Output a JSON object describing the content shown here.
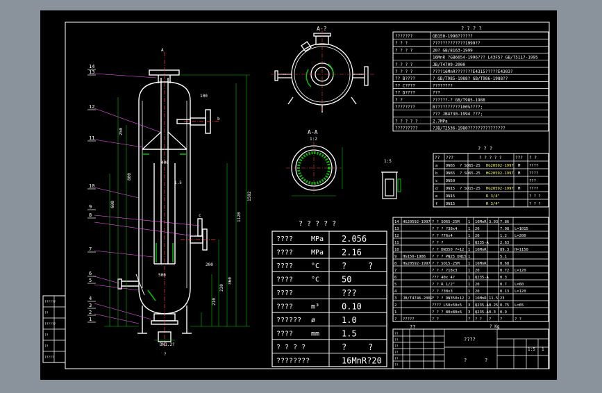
{
  "colors": {
    "viewport": "#8a939b",
    "paper": "#000000",
    "line": "#ffffff",
    "dim": "#00c000",
    "leader": "#ff66ff",
    "text": "#ffffff",
    "center": "#ff4040"
  },
  "views": {
    "top_view_label": "A-?",
    "section_label": "A-A",
    "section_scale": "1:2",
    "detail_scale": "1:5",
    "top_dir_label": "A",
    "bottom_note": "?",
    "part_c_label": "c",
    "part_b_label": "b"
  },
  "part_numbers": [
    "14",
    "13",
    "12",
    "11",
    "10",
    "9",
    "8",
    "7",
    "6",
    "5",
    "4",
    "3",
    "2",
    "1"
  ],
  "dims": {
    "total_height": "1592",
    "d1": "1120",
    "d2": "360",
    "d3": "230",
    "d4": "210",
    "d5": "250",
    "d6": "1.5",
    "d7": "600",
    "d8": "500",
    "d9": "100",
    "d10": "200",
    "d11": "800",
    "d12": "400",
    "bottom_dn": "DN1.2?"
  },
  "tech_req": {
    "title": "? ? ? ?",
    "rows": [
      {
        "n": "???????",
        "t": "GB150-1998??????"
      },
      {
        "n": "?  ?  ?",
        "t": "?????????????1999??"
      },
      {
        "n": "?  ?  ?  ?",
        "t": "20? GB/8163-1999"
      },
      {
        "n": "",
        "t": "16MnR ?GB6654-1996??? L43F5? GB/T5117-1995"
      },
      {
        "n": "?  ?  ?  ?",
        "t": "JB/T4709-2000"
      },
      {
        "n": "?  ?  ?  ?",
        "t": "????16MnR???????E4315?????E4303?"
      },
      {
        "n": "??  B????",
        "t": "?  GB/T985-1988?  GB/T986-1988??"
      },
      {
        "n": "??  C????",
        "t": "????????"
      },
      {
        "n": "??  D????",
        "t": "???"
      },
      {
        "n": "?  ?",
        "t": "??????-?  GB/T985-1988"
      },
      {
        "n": "????????",
        "t": "B??????????100%????;"
      },
      {
        "n": "",
        "t": "???  JB4730-1994  ???;"
      },
      {
        "n": "? ? ? ? ?",
        "t": "2.7MPa"
      },
      {
        "n": "?????????",
        "t": "?JB/T2536-1980???????????????"
      }
    ]
  },
  "nozzle_table": {
    "title": "? ? ?",
    "header": [
      "??",
      "???",
      "? ? ? ? ?",
      "???",
      "? ?"
    ],
    "rows": [
      [
        "a",
        "DN65",
        "?  SO65-25",
        "HG20592-1997",
        "M",
        "????"
      ],
      [
        "b",
        "DN65",
        "?  SO65-25",
        "HG20592-1997",
        "M",
        "????"
      ],
      [
        "c",
        "DN50",
        "",
        "",
        "",
        "???"
      ],
      [
        "d",
        "DN15",
        "?  SO15-25",
        "HG20592-1997",
        "M",
        "????"
      ],
      [
        "e",
        "DN15",
        "",
        "R  3/4\"",
        "",
        "? ? ?"
      ],
      [
        "f",
        "DN15",
        "",
        "R  3/4\"",
        "",
        "? ? ?"
      ]
    ]
  },
  "design_data": {
    "title": "? ? ? ? ?",
    "rows": [
      {
        "name": "????",
        "unit": "MPa",
        "value": "2.056",
        "value2": ""
      },
      {
        "name": "????",
        "unit": "MPa",
        "value": "2.16",
        "value2": ""
      },
      {
        "name": "????",
        "unit": "°C",
        "value": "?",
        "value2": "?"
      },
      {
        "name": "????",
        "unit": "°C",
        "value": "50",
        "value2": ""
      },
      {
        "name": "????",
        "unit": "",
        "value": "???",
        "value2": ""
      },
      {
        "name": "????",
        "unit": "m³",
        "value": "0.10",
        "value2": ""
      },
      {
        "name": "??????",
        "unit": "ø",
        "value": "1.0",
        "value2": ""
      },
      {
        "name": "????",
        "unit": "mm",
        "value": "1.5",
        "value2": ""
      },
      {
        "name": "?  ?  ?  ?",
        "unit": "",
        "value": "?",
        "value2": "?"
      },
      {
        "name": "????????",
        "unit": "",
        "value": "16MnR?20",
        "value2": ""
      }
    ]
  },
  "bom": {
    "rows": [
      {
        "no": "14",
        "code": "HG20592-1997",
        "name": "?  ?  SO65-25M",
        "qty": "1",
        "mat": "16MnR",
        "w1": "3.93",
        "w2": "7.86",
        "note": ""
      },
      {
        "no": "13",
        "code": "",
        "name": "?  ?  ?  ?38x4",
        "qty": "1",
        "mat": "20",
        "w1": "",
        "w2": "7.98",
        "note": "L=1015"
      },
      {
        "no": "12",
        "code": "",
        "name": "?  ?  ?76x4",
        "qty": "1",
        "mat": "20",
        "w1": "",
        "w2": "1.2",
        "note": "L=200"
      },
      {
        "no": "11",
        "code": "",
        "name": "?  ?  ?",
        "qty": "1",
        "mat": "Q235-A",
        "w1": "",
        "w2": "2.63",
        "note": ""
      },
      {
        "no": "10",
        "code": "",
        "name": "?  ?  DN350 ?=12",
        "qty": "1",
        "mat": "16MnR",
        "w1": "",
        "w2": "89.3",
        "note": "H=1150"
      },
      {
        "no": "9",
        "code": "HG150-1986",
        "name": "?  ?  ?  PN25 DN15",
        "qty": "1",
        "mat": "",
        "w1": "",
        "w2": "5.1",
        "note": ""
      },
      {
        "no": "8",
        "code": "HG20592-1997",
        "name": "?  ?  SO15-25M",
        "qty": "1",
        "mat": "16MnR",
        "w1": "",
        "w2": "0.68",
        "note": ""
      },
      {
        "no": "7",
        "code": "",
        "name": "?  ?  ?  ?18x3",
        "qty": "1",
        "mat": "20",
        "w1": "",
        "w2": "0.72",
        "note": "L=120"
      },
      {
        "no": "6",
        "code": "",
        "name": "???  40x 4?",
        "qty": "1",
        "mat": "Q235-A",
        "w1": "",
        "w2": "0.3",
        "note": ""
      },
      {
        "no": "5",
        "code": "",
        "name": "?  ?  R  1/2\"",
        "qty": "1",
        "mat": "20",
        "w1": "",
        "w2": "0.7",
        "note": "L=60"
      },
      {
        "no": "4",
        "code": "",
        "name": "?  ?  ?38x3",
        "qty": "1",
        "mat": "20",
        "w1": "",
        "w2": "0.13",
        "note": "L=120"
      },
      {
        "no": "3",
        "code": "JB/T4746-2002",
        "name": "?  ?  ?  DN350x12",
        "qty": "2",
        "mat": "16MnR",
        "w1": "11.5",
        "w2": "23",
        "note": ""
      },
      {
        "no": "2",
        "code": "",
        "name": "????  L50x50x5",
        "qty": "3",
        "mat": "Q235-A",
        "w1": "0.25",
        "w2": "0.75",
        "note": "L=65"
      },
      {
        "no": "1",
        "code": "",
        "name": "?  ?  ?  80x80x6",
        "qty": "3",
        "mat": "Q235-A",
        "w1": "0.3",
        "w2": "0.9",
        "note": ""
      }
    ],
    "header": {
      "no": "?",
      "code": "?????",
      "name": "?  ?",
      "qty": "?",
      "mat": "? ?",
      "w1": "?",
      "w2": "?",
      "note": "? ?"
    },
    "total_label": "??",
    "total_value": "?  Kg"
  },
  "title_block": {
    "drawing_name": "????",
    "sheet_a": "?",
    "sheet_b": "?",
    "scale": "1:5",
    "sheet_no": "1",
    "small_labels": [
      "??",
      "??",
      "??",
      "??",
      "??",
      "??"
    ]
  },
  "left_stamp": {
    "labels": [
      "??????",
      "??",
      "??????",
      "??",
      "??",
      "?????"
    ]
  }
}
